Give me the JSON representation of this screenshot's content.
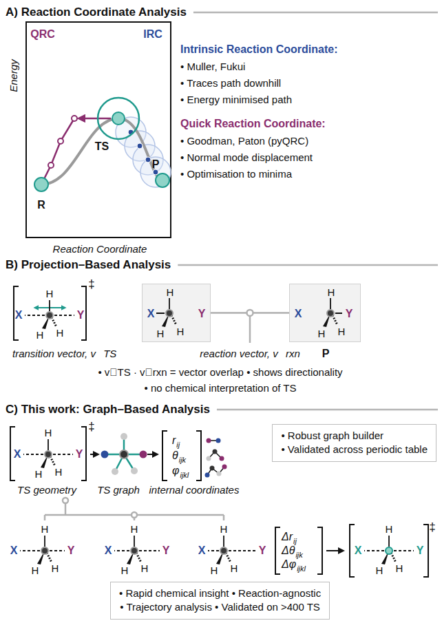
{
  "diagram": {
    "nodes": [
      {
        "text": [
          "H",
          "X",
          "Y",
          "H",
          "H"
        ]
      },
      {
        "text": [
          "H",
          "X",
          "Y",
          "H",
          "H"
        ]
      },
      {
        "text": [
          "• Robust graph builder",
          "• Validated across periodic table"
        ]
      },
      {
        "text": [
          "• Rapid chemical insight • Reaction-agnostic",
          "• Trajectory analysis • Validated on >400 TS"
        ]
      }
    ],
    "edges": [
      {
        "from": 0,
        "to": 1,
        "arrow": "none"
      }
    ],
    "labels": [
      "A) Reaction Coordinate Analysis",
      "Energy",
      "Reaction Coordinate",
      "QRC",
      "IRC",
      "TS",
      "R",
      "P",
      "Intrinsic Reaction Coordinate:",
      "• Muller, Fukui",
      "• Traces path downhill",
      "• Energy minimised path",
      "Quick Reaction Coordinate:",
      "• Goodman, Paton (pyQRC)",
      "• Normal mode displacement",
      "• Optimisation to minima",
      "B) Projection–Based Analysis",
      "H",
      "X",
      "Y",
      "H",
      "H",
      "‡",
      "transition vector, v⃗TS",
      "reaction vector, v⃗rxn",
      "P",
      "• v⃗TS · v⃗rxn = vector overlap • shows directionality",
      "• no chemical interpretation of TS",
      "C) This work: Graph–Based Analysis",
      "H",
      "X",
      "Y",
      "H",
      "H",
      "‡",
      "TS geometry",
      "TS graph",
      "internal coordinates",
      "r",
      "ij",
      "θ",
      "ijk",
      "φ",
      "ijkl",
      "H",
      "X",
      "Y",
      "H",
      "H",
      "H",
      "X",
      "Y",
      "H",
      "H",
      "H",
      "X",
      "Y",
      "H",
      "H",
      "Δr",
      "ij",
      "Δθ",
      "ijk",
      "Δφ",
      "ijkl",
      "H",
      "X",
      "Y",
      "H",
      "H",
      "‡"
    ]
  }
}
